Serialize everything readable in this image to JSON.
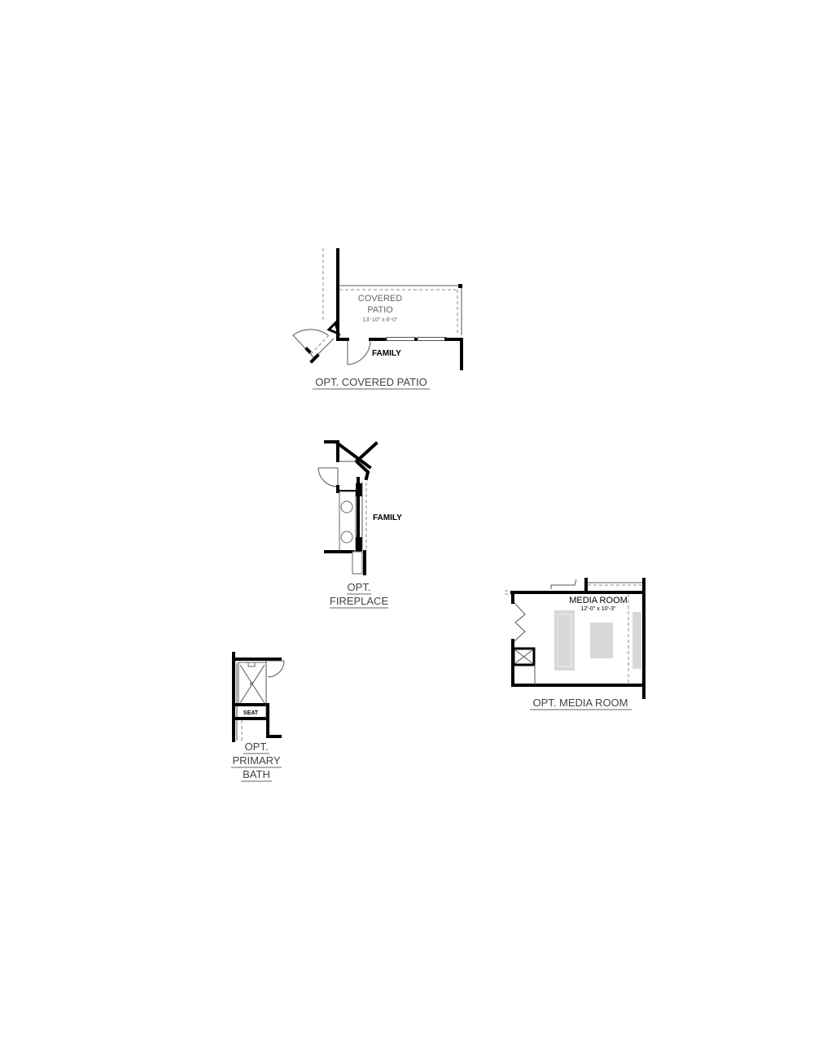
{
  "plans": {
    "covered_patio": {
      "caption": "OPT. COVERED PATIO",
      "room_name_line1": "COVERED",
      "room_name_line2": "PATIO",
      "room_dimensions": "13'-10\" x 6'-0\"",
      "adjacent_room": "FAMILY"
    },
    "fireplace": {
      "caption_line1": "OPT.",
      "caption_line2": "FIREPLACE",
      "adjacent_room": "FAMILY"
    },
    "media_room": {
      "caption": "OPT. MEDIA ROOM",
      "room_name": "MEDIA ROOM",
      "room_dimensions": "12'-0\" x 10'-3\""
    },
    "primary_bath": {
      "caption_line1": "OPT.",
      "caption_line2": "PRIMARY",
      "caption_line3": "BATH",
      "fixture_label": "SEAT"
    }
  }
}
